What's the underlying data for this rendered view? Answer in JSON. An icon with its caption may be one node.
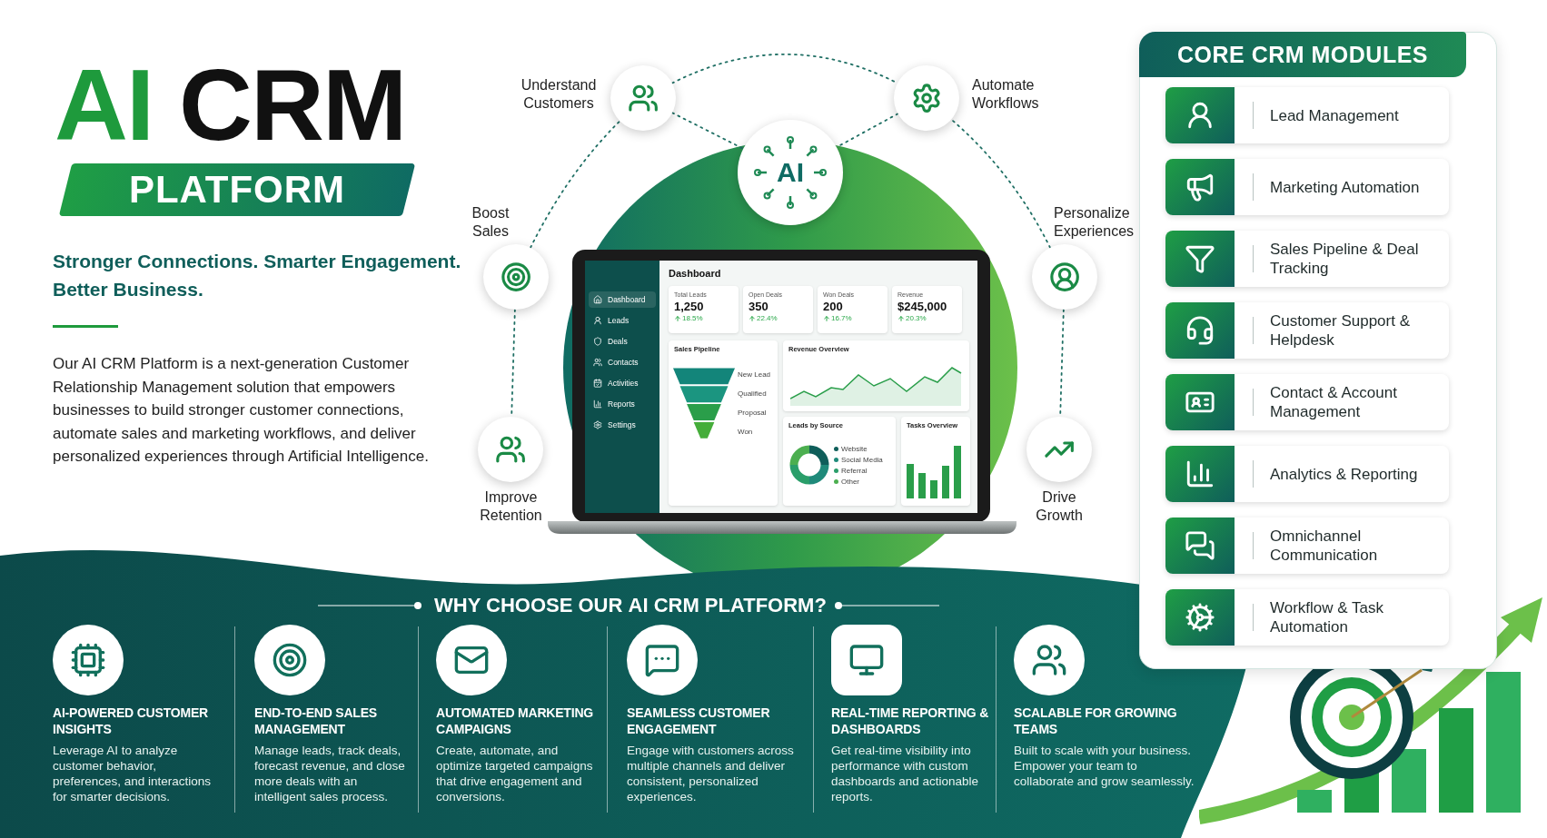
{
  "diagram": {
    "title": "AI CRM",
    "nodes": [
      {
        "text": [
          "AI"
        ]
      },
      {
        "text": [],
        "shape": "circle",
        "beside": [
          "Understand Customers"
        ]
      },
      {
        "text": [],
        "shape": "circle",
        "beside": [
          "Automate Workflows"
        ]
      },
      {
        "text": [],
        "shape": "circle",
        "beside": [
          "Boost Sales"
        ]
      },
      {
        "text": [],
        "shape": "circle",
        "beside": [
          "Personalize Experiences"
        ]
      },
      {
        "text": [],
        "shape": "circle",
        "beside": [
          "Improve Retention"
        ]
      },
      {
        "text": [],
        "shape": "circle",
        "beside": [
          "Drive Growth"
        ]
      },
      {
        "text": [
          "CORE CRM MODULES"
        ]
      },
      {
        "text": [
          "Lead Management"
        ],
        "in": 7
      },
      {
        "text": [
          "Marketing Automation"
        ],
        "in": 7
      },
      {
        "text": [
          "Sales Pipeline & Deal Tracking"
        ],
        "in": 7
      },
      {
        "text": [
          "Customer Support & Helpdesk"
        ],
        "in": 7
      },
      {
        "text": [
          "Contact & Account Management"
        ],
        "in": 7
      },
      {
        "text": [
          "Analytics & Reporting"
        ],
        "in": 7
      },
      {
        "text": [
          "Omnichannel Communication"
        ],
        "in": 7
      },
      {
        "text": [
          "Workflow & Task Automation"
        ],
        "in": 7
      }
    ],
    "edges": [
      {
        "from": 1,
        "to": 0,
        "arrow": "none",
        "style": "dashed"
      },
      {
        "from": 2,
        "to": 0,
        "arrow": "none",
        "style": "dashed"
      },
      {
        "from": 1,
        "to": 2,
        "arrow": "none",
        "style": "dashed"
      },
      {
        "from": 3,
        "to": 1,
        "arrow": "none",
        "style": "dashed"
      },
      {
        "from": 4,
        "to": 2,
        "arrow": "none",
        "style": "dashed"
      },
      {
        "from": 3,
        "to": 5,
        "arrow": "none",
        "style": "dashed"
      },
      {
        "from": 4,
        "to": 6,
        "arrow": "none",
        "style": "dashed"
      }
    ],
    "labels": [
      "PLATFORM",
      "Stronger Connections. Smarter Engagement. Better Business.",
      "Our AI CRM Platform is a next-generation Customer Relationship Management solution that empowers businesses to build stronger customer connections, automate sales and marketing workflows, and deliver personalized experiences through Artificial Intelligence.",
      "Dashboard",
      "Leads",
      "Deals",
      "Contacts",
      "Activities",
      "Reports",
      "Settings",
      "Dashboard",
      "Total Leads",
      "1,250",
      "18.5%",
      "Open Deals",
      "350",
      "22.4%",
      "Won Deals",
      "200",
      "16.7%",
      "Revenue",
      "$245,000",
      "20.3%",
      "Sales Pipeline",
      "New Lead",
      "Qualified",
      "Proposal",
      "Won",
      "Revenue Overview",
      "Leads by Source",
      "Tasks Overview",
      "WHY CHOOSE OUR **AI CRM** PLATFORM?",
      "AI-POWERED CUSTOMER INSIGHTS",
      "Leverage AI to analyze customer behavior, preferences, and interactions for smarter decisions.",
      "END-TO-END SALES MANAGEMENT",
      "Manage leads, track deals, forecast revenue, and close more deals with an intelligent sales process.",
      "AUTOMATED MARKETING CAMPAIGNS",
      "Create, automate, and optimize targeted campaigns that drive engagement and conversions.",
      "SEAMLESS CUSTOMER ENGAGEMENT",
      "Engage with customers across multiple channels and deliver consistent, personalized experiences.",
      "REAL-TIME REPORTING & DASHBOARDS",
      "Get real-time visibility into performance with custom dashboards and actionable reports.",
      "SCALABLE FOR GROWING TEAMS",
      "Built to scale with your business. Empower your team to collaborate and grow seamlessly."
    ],
    "legend": [
      {
        "text": "Website",
        "color": "#0f5e5a"
      },
      {
        "text": "Social Media",
        "color": "#1f8a7a"
      },
      {
        "text": "Referral",
        "color": "#2a9e6a"
      },
      {
        "text": "Other",
        "color": "#4caf50"
      }
    ]
  }
}
